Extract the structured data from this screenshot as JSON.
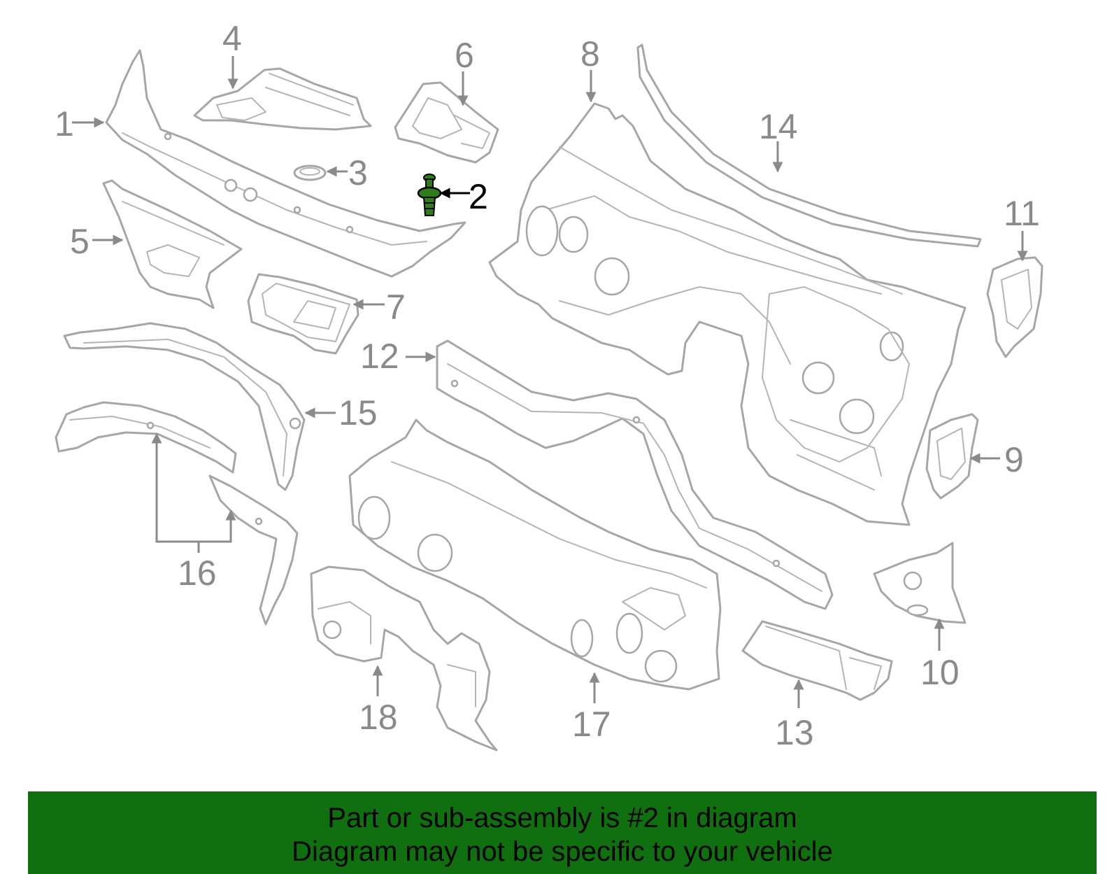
{
  "diagram": {
    "callouts": [
      "1",
      "2",
      "3",
      "4",
      "5",
      "6",
      "7",
      "8",
      "9",
      "10",
      "11",
      "12",
      "13",
      "14",
      "15",
      "16",
      "17",
      "18"
    ],
    "highlight": {
      "callout": "2",
      "color": "#2e7d1a"
    },
    "line_color": "#a6a6a6",
    "label_color": "#8a8a8a"
  },
  "banner": {
    "line1": "Part or sub-assembly is #2 in diagram",
    "line2": "Diagram may not be specific to your vehicle",
    "background": "#107010"
  }
}
